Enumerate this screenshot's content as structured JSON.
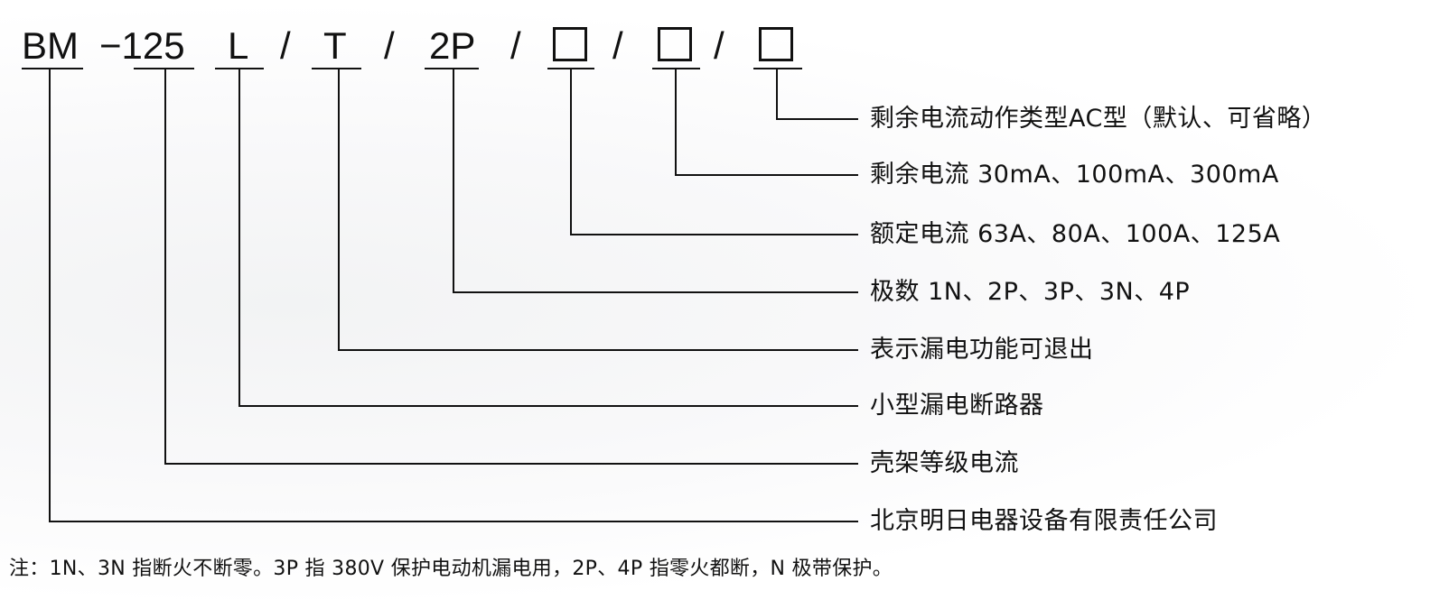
{
  "code_parts": [
    "BM",
    "−125",
    "L",
    "T",
    "2P"
  ],
  "slash": "/",
  "descriptions": [
    "剩余电流动作类型AC型（默认、可省略）",
    "剩余电流 30mA、100mA、300mA",
    "额定电流 63A、80A、100A、125A",
    "极数 1N、2P、3P、3N、4P",
    "表示漏电功能可退出",
    "小型漏电断路器",
    "壳架等级电流",
    "北京明日电器设备有限责任公司"
  ],
  "note": "注：1N、3N 指断火不断零。3P 指 380V 保护电动机漏电用，2P、4P 指零火都断，N 极带保护。"
}
